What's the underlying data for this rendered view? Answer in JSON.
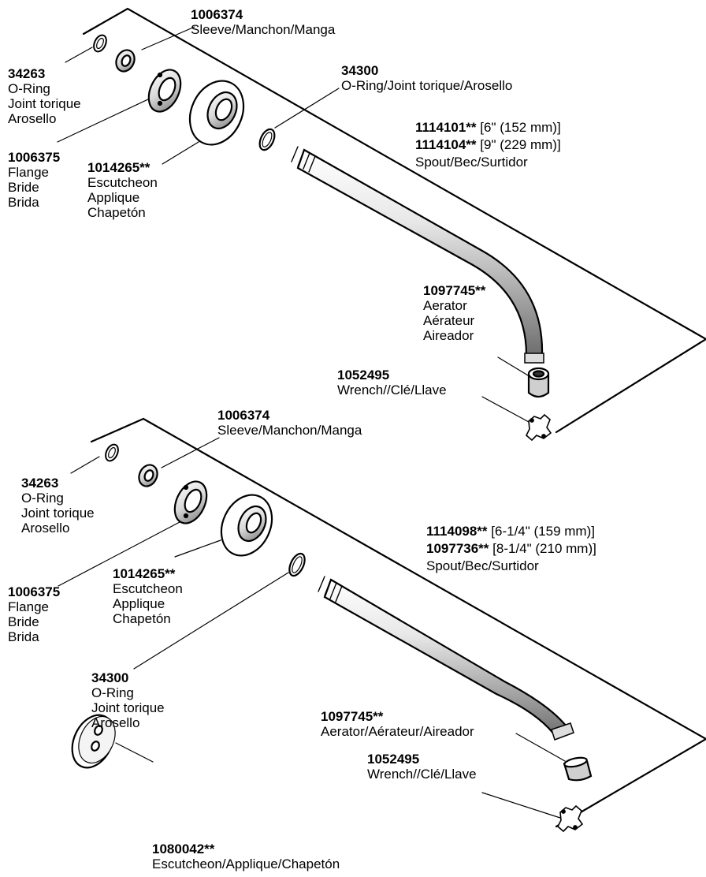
{
  "top_assembly": {
    "oring_left": {
      "part": "34263",
      "lines": [
        "O-Ring",
        "Joint torique",
        "Arosello"
      ]
    },
    "sleeve": {
      "part": "1006374",
      "desc": "Sleeve/Manchon/Manga"
    },
    "flange": {
      "part": "1006375",
      "lines": [
        "Flange",
        "Bride",
        "Brida"
      ]
    },
    "escutcheon": {
      "part": "1014265**",
      "lines": [
        "Escutcheon",
        "Applique",
        "Chapetón"
      ]
    },
    "oring_right": {
      "part": "34300",
      "desc": "O-Ring/Joint torique/Arosello"
    },
    "spout": {
      "variants": [
        {
          "part": "1114101**",
          "size": "[6\" (152 mm)]"
        },
        {
          "part": "1114104**",
          "size": "[9\" (229 mm)]"
        }
      ],
      "desc": "Spout/Bec/Surtidor"
    },
    "aerator": {
      "part": "1097745**",
      "lines": [
        "Aerator",
        "Aérateur",
        "Aireador"
      ]
    },
    "wrench": {
      "part": "1052495",
      "desc": "Wrench//Clé/Llave"
    }
  },
  "bottom_assembly": {
    "sleeve": {
      "part": "1006374",
      "desc": "Sleeve/Manchon/Manga"
    },
    "oring_left": {
      "part": "34263",
      "lines": [
        "O-Ring",
        "Joint torique",
        "Arosello"
      ]
    },
    "spout": {
      "variants": [
        {
          "part": "1114098**",
          "size": "[6-1/4\" (159 mm)]"
        },
        {
          "part": "1097736**",
          "size": "[8-1/4\" (210 mm)]"
        }
      ],
      "desc": "Spout/Bec/Surtidor"
    },
    "escutcheon": {
      "part": "1014265**",
      "lines": [
        "Escutcheon",
        "Applique",
        "Chapetón"
      ]
    },
    "flange": {
      "part": "1006375",
      "lines": [
        "Flange",
        "Bride",
        "Brida"
      ]
    },
    "oring_right": {
      "part": "34300",
      "lines": [
        "O-Ring",
        "Joint torique",
        "Arosello"
      ]
    },
    "aerator": {
      "part": "1097745**",
      "desc": "Aerator/Aérateur/Aireador"
    },
    "wrench": {
      "part": "1052495",
      "desc": "Wrench//Clé/Llave"
    }
  },
  "cover_plate": {
    "part": "1080042**",
    "desc": "Escutcheon/Applique/Chapetón"
  }
}
